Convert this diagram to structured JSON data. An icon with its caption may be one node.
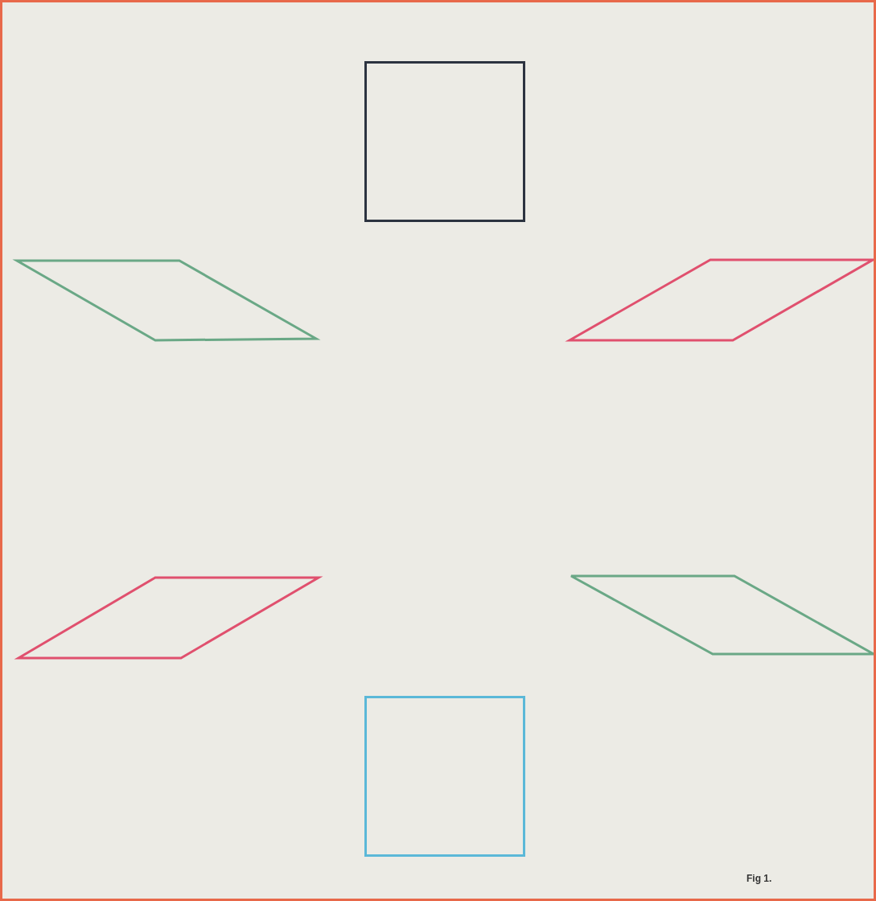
{
  "diagram": {
    "caption": "Fig 1.",
    "nodes": [
      {
        "text": [],
        "shape": "box"
      },
      {
        "text": [],
        "shape": "parallelogram"
      },
      {
        "text": [],
        "shape": "parallelogram"
      },
      {
        "text": [],
        "shape": "parallelogram"
      },
      {
        "text": [],
        "shape": "parallelogram"
      },
      {
        "text": [],
        "shape": "box"
      }
    ],
    "edges": []
  }
}
